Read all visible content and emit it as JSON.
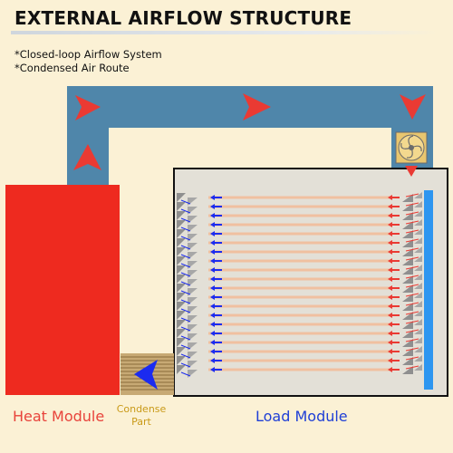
{
  "title": "EXTERNAL AIRFLOW STRUCTURE",
  "notes": [
    "*Closed-loop Airflow System",
    "*Condensed Air Route"
  ],
  "labels": {
    "heat_module": "Heat Module",
    "condense_part": [
      "Condense",
      "Part"
    ],
    "load_module": "Load Module"
  },
  "colors": {
    "background": "#fbf1d5",
    "duct": "#4f86aa",
    "heat_module": "#ee2a1f",
    "flow_arrow": "#ea3a33",
    "load_panel": "#e3e0d7",
    "condense_part": "#c7a974",
    "cold_arrow": "#1b2bf0",
    "blue_bar": "#2d96f0",
    "fin": "#f0c0a0"
  },
  "icons": [
    "fan-icon",
    "flow-arrow-icon",
    "condense-arrow-icon"
  ]
}
